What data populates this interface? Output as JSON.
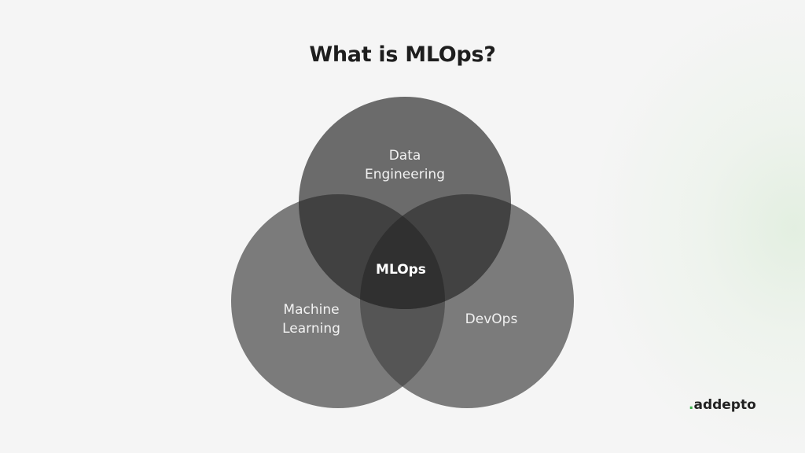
{
  "title": "What is MLOps?",
  "venn": {
    "top": "Data Engineering",
    "top_lines": [
      "Data",
      "Engineering"
    ],
    "left_lines": [
      "Machine",
      "Learning"
    ],
    "right": "DevOps",
    "center": "MLOps"
  },
  "logo": {
    "dot": ".",
    "name": "addepto"
  },
  "colors": {
    "accent": "#3bb44a"
  }
}
